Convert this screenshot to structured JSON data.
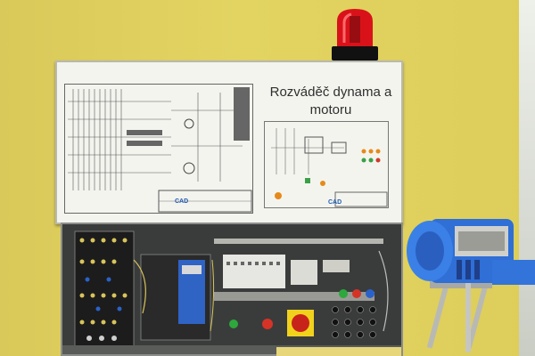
{
  "board": {
    "title_line1": "Rozváděč dynama a",
    "title_line2": "motoru",
    "logo_left": "CAD",
    "logo_right": "CAD"
  },
  "colors": {
    "wall": "#e0d05e",
    "beacon": "#d9121a",
    "board": "#f4f4ef",
    "cabinet": "#3a3c3c",
    "motor": "#2f6fd6"
  }
}
